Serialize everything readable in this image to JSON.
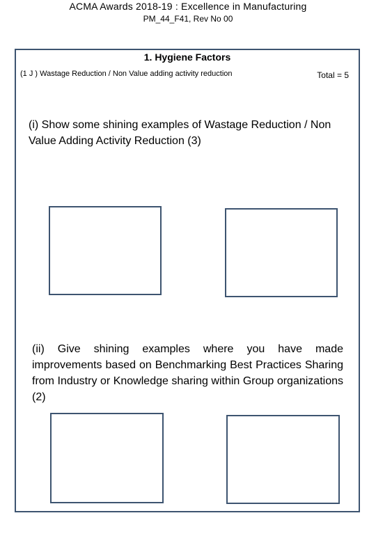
{
  "header": {
    "title": "ACMA  Awards 2018-19 :  Excellence in Manufacturing",
    "subtitle": "PM_44_F41, Rev No 00"
  },
  "section": {
    "title": "1. Hygiene Factors",
    "subheading": "(1 J ) Wastage Reduction  / Non Value adding activity reduction",
    "total": "Total  = 5"
  },
  "questions": [
    {
      "text": "(i)  Show some shining examples of Wastage Reduction / Non Value Adding Activity Reduction (3)"
    },
    {
      "text": "(ii)  Give shining examples where you have made improvements based on Benchmarking Best Practices Sharing from Industry or Knowledge sharing within Group organizations (2)"
    }
  ]
}
